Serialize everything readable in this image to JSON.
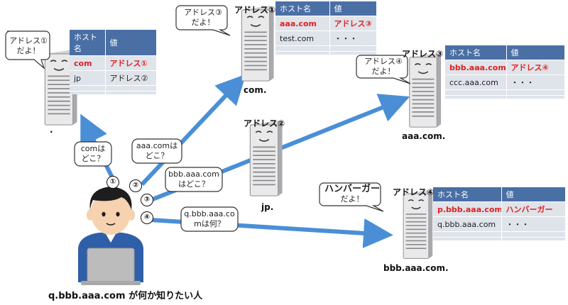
{
  "table_headers": {
    "host": "ホスト名",
    "value": "値"
  },
  "servers": [
    {
      "id": "root",
      "address_label": "",
      "domain": ".",
      "bubble": [
        "アドレス①",
        "だよ！"
      ],
      "bubble_emphasis": "",
      "rows": [
        {
          "host": "com",
          "value": "アドレス①",
          "highlight": true
        },
        {
          "host": "jp",
          "value": "アドレス②",
          "highlight": false
        }
      ]
    },
    {
      "id": "com",
      "address_label": "アドレス①",
      "domain": "com.",
      "bubble": [
        "アドレス③",
        "だよ！"
      ],
      "bubble_emphasis": "",
      "rows": [
        {
          "host": "aaa.com",
          "value": "アドレス③",
          "highlight": true
        },
        {
          "host": "test.com",
          "value": "・・・",
          "highlight": false
        }
      ]
    },
    {
      "id": "jp",
      "address_label": "アドレス②",
      "domain": "jp.",
      "bubble": [],
      "bubble_emphasis": "",
      "rows": []
    },
    {
      "id": "aaa",
      "address_label": "アドレス③",
      "domain": "aaa.com.",
      "bubble": [
        "アドレス④",
        "だよ！"
      ],
      "bubble_emphasis": "",
      "rows": [
        {
          "host": "bbb.aaa.com",
          "value": "アドレス④",
          "highlight": true
        },
        {
          "host": "ccc.aaa.com",
          "value": "・・・",
          "highlight": false
        }
      ]
    },
    {
      "id": "bbb",
      "address_label": "アドレス④",
      "domain": "bbb.aaa.com.",
      "bubble": [
        "だよ！"
      ],
      "bubble_emphasis": "ハンバーガー",
      "rows": [
        {
          "host": "p.bbb.aaa.com",
          "value": "ハンバーガー",
          "highlight": true
        },
        {
          "host": "q.bbb.aaa.com",
          "value": "・・・",
          "highlight": false
        }
      ]
    }
  ],
  "queries": [
    {
      "step": "①",
      "text": [
        "comは",
        "どこ？"
      ]
    },
    {
      "step": "②",
      "text": [
        "aaa.comは",
        "どこ？"
      ]
    },
    {
      "step": "③",
      "text": [
        "bbb.aaa.com",
        "はどこ？"
      ]
    },
    {
      "step": "④",
      "text": [
        "q.bbb.aaa.co",
        "mは何？"
      ]
    }
  ],
  "client_label": "q.bbb.aaa.com が何か知りたい人",
  "colors": {
    "arrow": "#4a8fd6",
    "table_header": "#4a6fa5",
    "table_row": "#dfe3ea",
    "highlight_text": "#e02020",
    "server_body": "#e9e9ea",
    "server_dark": "#8c8c90",
    "skin": "#f6d2b0",
    "hair": "#1e1e1e",
    "shirt": "#2f5fa8",
    "laptop": "#bcbcbc"
  }
}
